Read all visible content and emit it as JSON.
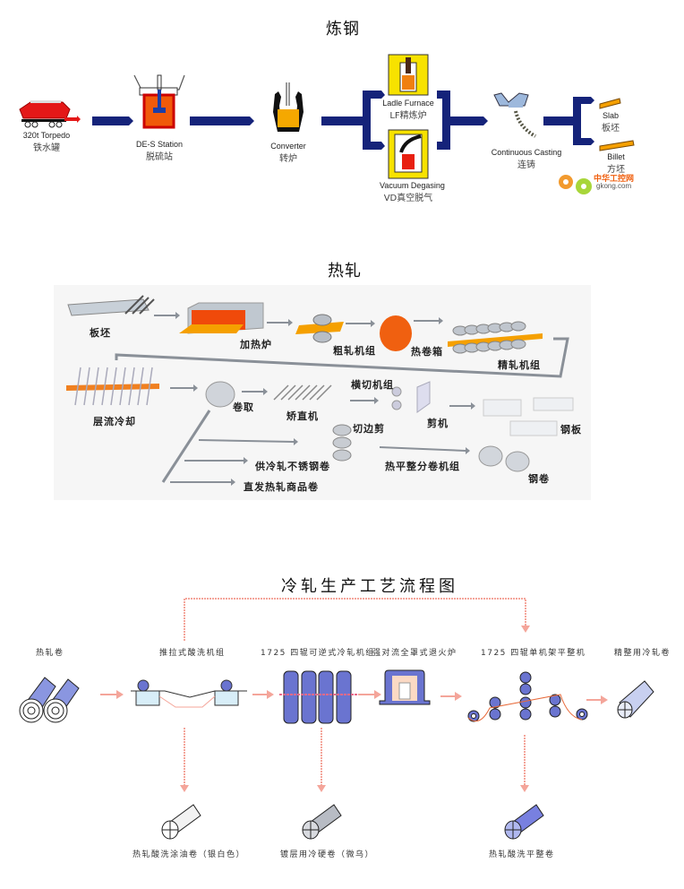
{
  "steelmaking": {
    "title": "炼钢",
    "colors": {
      "arrow": "#15237a",
      "molten": "#f05a0a",
      "box": "#f7e200"
    },
    "stages": [
      {
        "en": "320t Torpedo",
        "cn": "铁水罐"
      },
      {
        "en": "DE-S Station",
        "cn": "脱硫站"
      },
      {
        "en": "Converter",
        "cn": "转炉"
      },
      {
        "en": "Ladle Furnace",
        "cn": "LF精炼炉"
      },
      {
        "en": "Vacuum Degasing",
        "cn": "VD真空脱气"
      },
      {
        "en": "Continuous Casting",
        "cn": "连铸"
      },
      {
        "en": "Slab",
        "cn": "板坯"
      },
      {
        "en": "Billet",
        "cn": "方坯"
      }
    ],
    "watermark": {
      "cn": "中华工控网",
      "url": "gkong.com"
    }
  },
  "hot_rolling": {
    "title": "热轧",
    "labels": {
      "slab": "板坯",
      "furnace": "加热炉",
      "roughing": "粗轧机组",
      "coilbox": "热卷箱",
      "finishing": "精轧机组",
      "cooling": "层流冷却",
      "coiler": "卷取",
      "leveler": "矫直机",
      "cut_line": "横切机组",
      "edge_trim": "切边剪",
      "shear": "剪机",
      "plate": "钢板",
      "stainless": "供冷轧不锈钢卷",
      "commercial": "直发热轧商品卷",
      "slitting": "热平整分卷机组",
      "coil": "钢卷"
    }
  },
  "cold_rolling": {
    "title": "冷轧生产工艺流程图",
    "colors": {
      "roll": "#5a66cc",
      "flow": "#f4a59a"
    },
    "stages": [
      "热轧卷",
      "推拉式酸洗机组",
      "1725 四辊可逆式冷轧机组",
      "强对流全罩式退火炉",
      "1725 四辊单机架平整机",
      "精整用冷轧卷"
    ],
    "products": [
      "热轧酸洗涂油卷（银白色）",
      "镀层用冷硬卷（微乌）",
      "热轧酸洗平整卷"
    ]
  }
}
